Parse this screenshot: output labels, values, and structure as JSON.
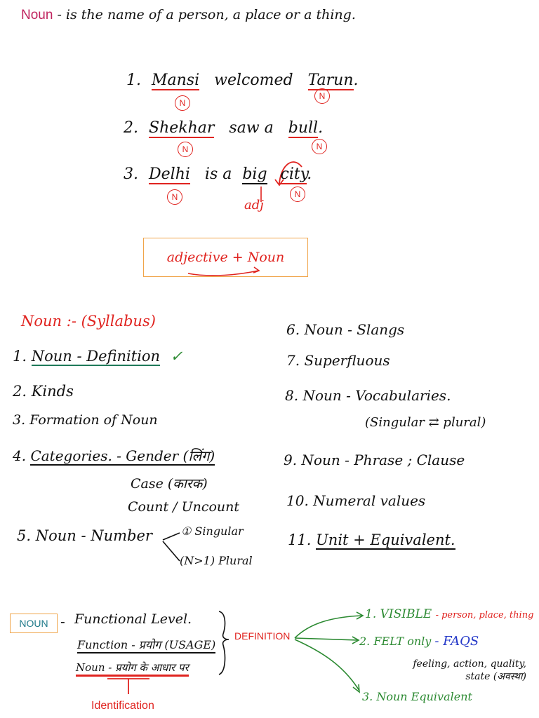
{
  "definition": {
    "label": "Noun",
    "text": "- is the name of a person, a place or a thing."
  },
  "examples": [
    {
      "num": "1.",
      "w1": "Mansi",
      "mid": "welcomed",
      "w2": "Tarun",
      "end": "."
    },
    {
      "num": "2.",
      "w1": "Shekhar",
      "mid": "saw a",
      "w2": "bull",
      "end": "."
    },
    {
      "num": "3.",
      "w1": "Delhi",
      "mid": "is a",
      "adj": "big",
      "w2": "city",
      "end": "."
    }
  ],
  "marker_n": "N",
  "adj_note": "adj",
  "box_formula": "adjective + Noun",
  "syllabus": {
    "heading": "Noun :- (Syllabus)",
    "left": [
      {
        "num": "1.",
        "text": "Noun - Definition",
        "tick": "✓"
      },
      {
        "num": "2.",
        "text": "Kinds"
      },
      {
        "num": "3.",
        "text": "Formation of Noun"
      },
      {
        "num": "4.",
        "text": "Categories. - Gender (लिंग)",
        "sub": [
          "Case (कारक)",
          "Count / Uncount"
        ]
      },
      {
        "num": "5.",
        "text": "Noun - Number",
        "branches": [
          "① Singular",
          "(N>1) Plural"
        ]
      }
    ],
    "right": [
      {
        "num": "6.",
        "text": "Noun - Slangs"
      },
      {
        "num": "7.",
        "text": "Superfluous"
      },
      {
        "num": "8.",
        "text": "Noun - Vocabularies.",
        "sub": "(Singular ⇄ plural)"
      },
      {
        "num": "9.",
        "text": "Noun - Phrase ; Clause"
      },
      {
        "num": "10.",
        "text": "Numeral values"
      },
      {
        "num": "11.",
        "text": "Unit + Equivalent."
      }
    ]
  },
  "bottom": {
    "noun_box": "NOUN",
    "dash": "-",
    "lines": [
      "Functional Level.",
      "Function - प्रयोग (USAGE)",
      "Noun - प्रयोग के आधार पर"
    ],
    "definition": "DEFINITION",
    "identification": "Identification",
    "branches": [
      {
        "label": "1. VISIBLE",
        "note": "- person, place, thing"
      },
      {
        "label": "2. FELT only",
        "note": "- FAQS",
        "sub": "feeling, action, quality, state (अवस्था)"
      },
      {
        "label": "3. Noun Equivalent"
      }
    ]
  },
  "colors": {
    "red": "#e0231f",
    "green": "#2c8a32",
    "blue": "#2438c8",
    "teal": "#1f7a5a",
    "orange": "#f0a54a"
  }
}
